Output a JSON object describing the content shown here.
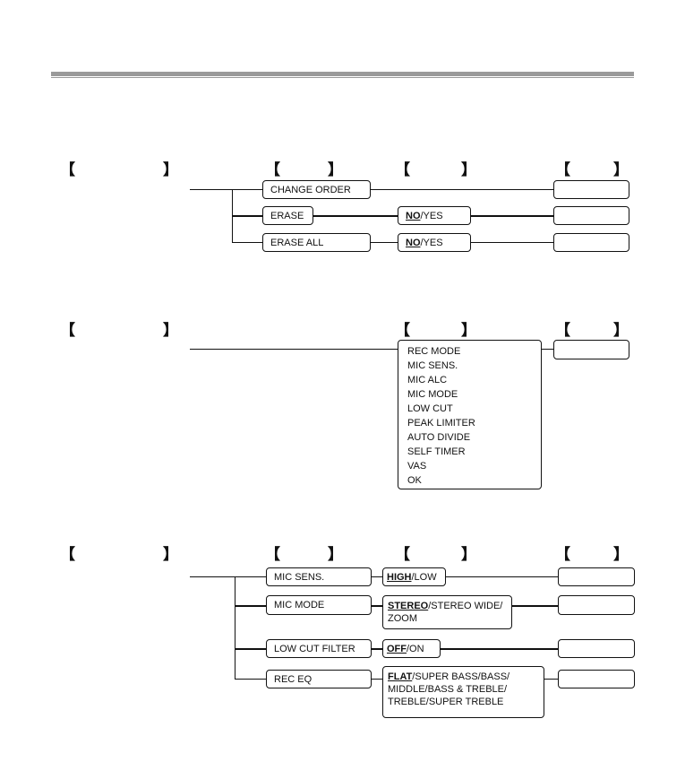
{
  "brackets": {
    "open": "【",
    "close": "】"
  },
  "section1": {
    "change_order": "CHANGE ORDER",
    "erase": "ERASE",
    "erase_all": "ERASE ALL",
    "erase_confirm": {
      "highlight": "NO",
      "rest": " /YES"
    },
    "erase_all_confirm": {
      "highlight": "NO",
      "rest": " /YES"
    }
  },
  "section2": {
    "items": [
      "REC MODE",
      "MIC SENS.",
      "MIC ALC",
      "MIC MODE",
      "LOW CUT",
      "PEAK LIMITER",
      "AUTO DIVIDE",
      "SELF TIMER",
      "VAS",
      "OK"
    ]
  },
  "section3": {
    "mic_sens": "MIC SENS.",
    "mic_sens_opts": {
      "highlight": "HIGH",
      "rest": "/LOW"
    },
    "mic_mode": "MIC MODE",
    "mic_mode_opts": {
      "highlight": "STEREO",
      "rest": "/STEREO WIDE/",
      "line2": "ZOOM"
    },
    "low_cut": "LOW CUT FILTER",
    "low_cut_opts": {
      "highlight": "OFF",
      "rest": "/ON"
    },
    "rec_eq": "REC EQ",
    "rec_eq_opts": {
      "highlight": "FLAT",
      "rest": "/SUPER BASS/BASS/",
      "line2": "MIDDLE/BASS & TREBLE/",
      "line3": "TREBLE/SUPER TREBLE"
    }
  }
}
